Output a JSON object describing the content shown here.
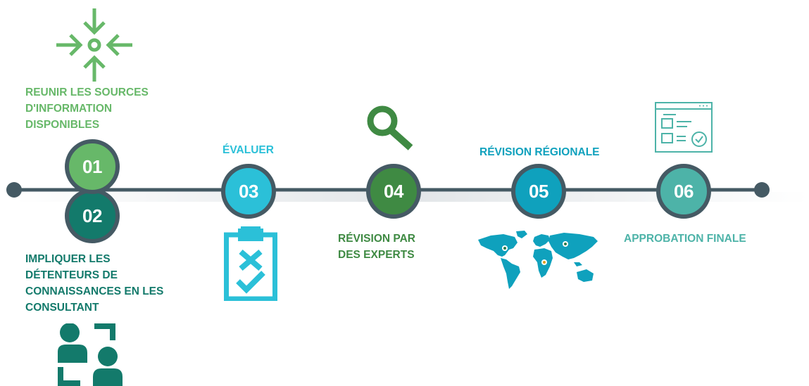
{
  "colors": {
    "line": "#455a64",
    "step1": "#67b869",
    "step2": "#137a6b",
    "step3": "#2bc0d8",
    "step4": "#3f8a43",
    "step5": "#0fa1bd",
    "step6": "#4db3a8"
  },
  "steps": [
    {
      "number": "01",
      "lines": [
        "REUNIR LES SOURCES",
        "D'INFORMATION",
        "DISPONIBLES"
      ],
      "icon": "converge-arrows-icon"
    },
    {
      "number": "02",
      "lines": [
        "IMPLIQUER LES",
        "DÉTENTEURS DE",
        "CONNAISSANCES EN LES",
        "CONSULTANT"
      ],
      "icon": "people-group-icon"
    },
    {
      "number": "03",
      "lines": [
        "ÉVALUER"
      ],
      "icon": "clipboard-check-icon"
    },
    {
      "number": "04",
      "lines": [
        "RÉVISION PAR",
        "DES EXPERTS"
      ],
      "icon": "magnifier-icon"
    },
    {
      "number": "05",
      "lines": [
        "RÉVISION RÉGIONALE"
      ],
      "icon": "world-map-icon"
    },
    {
      "number": "06",
      "lines": [
        "APPROBATION FINALE"
      ],
      "icon": "checklist-window-icon"
    }
  ]
}
